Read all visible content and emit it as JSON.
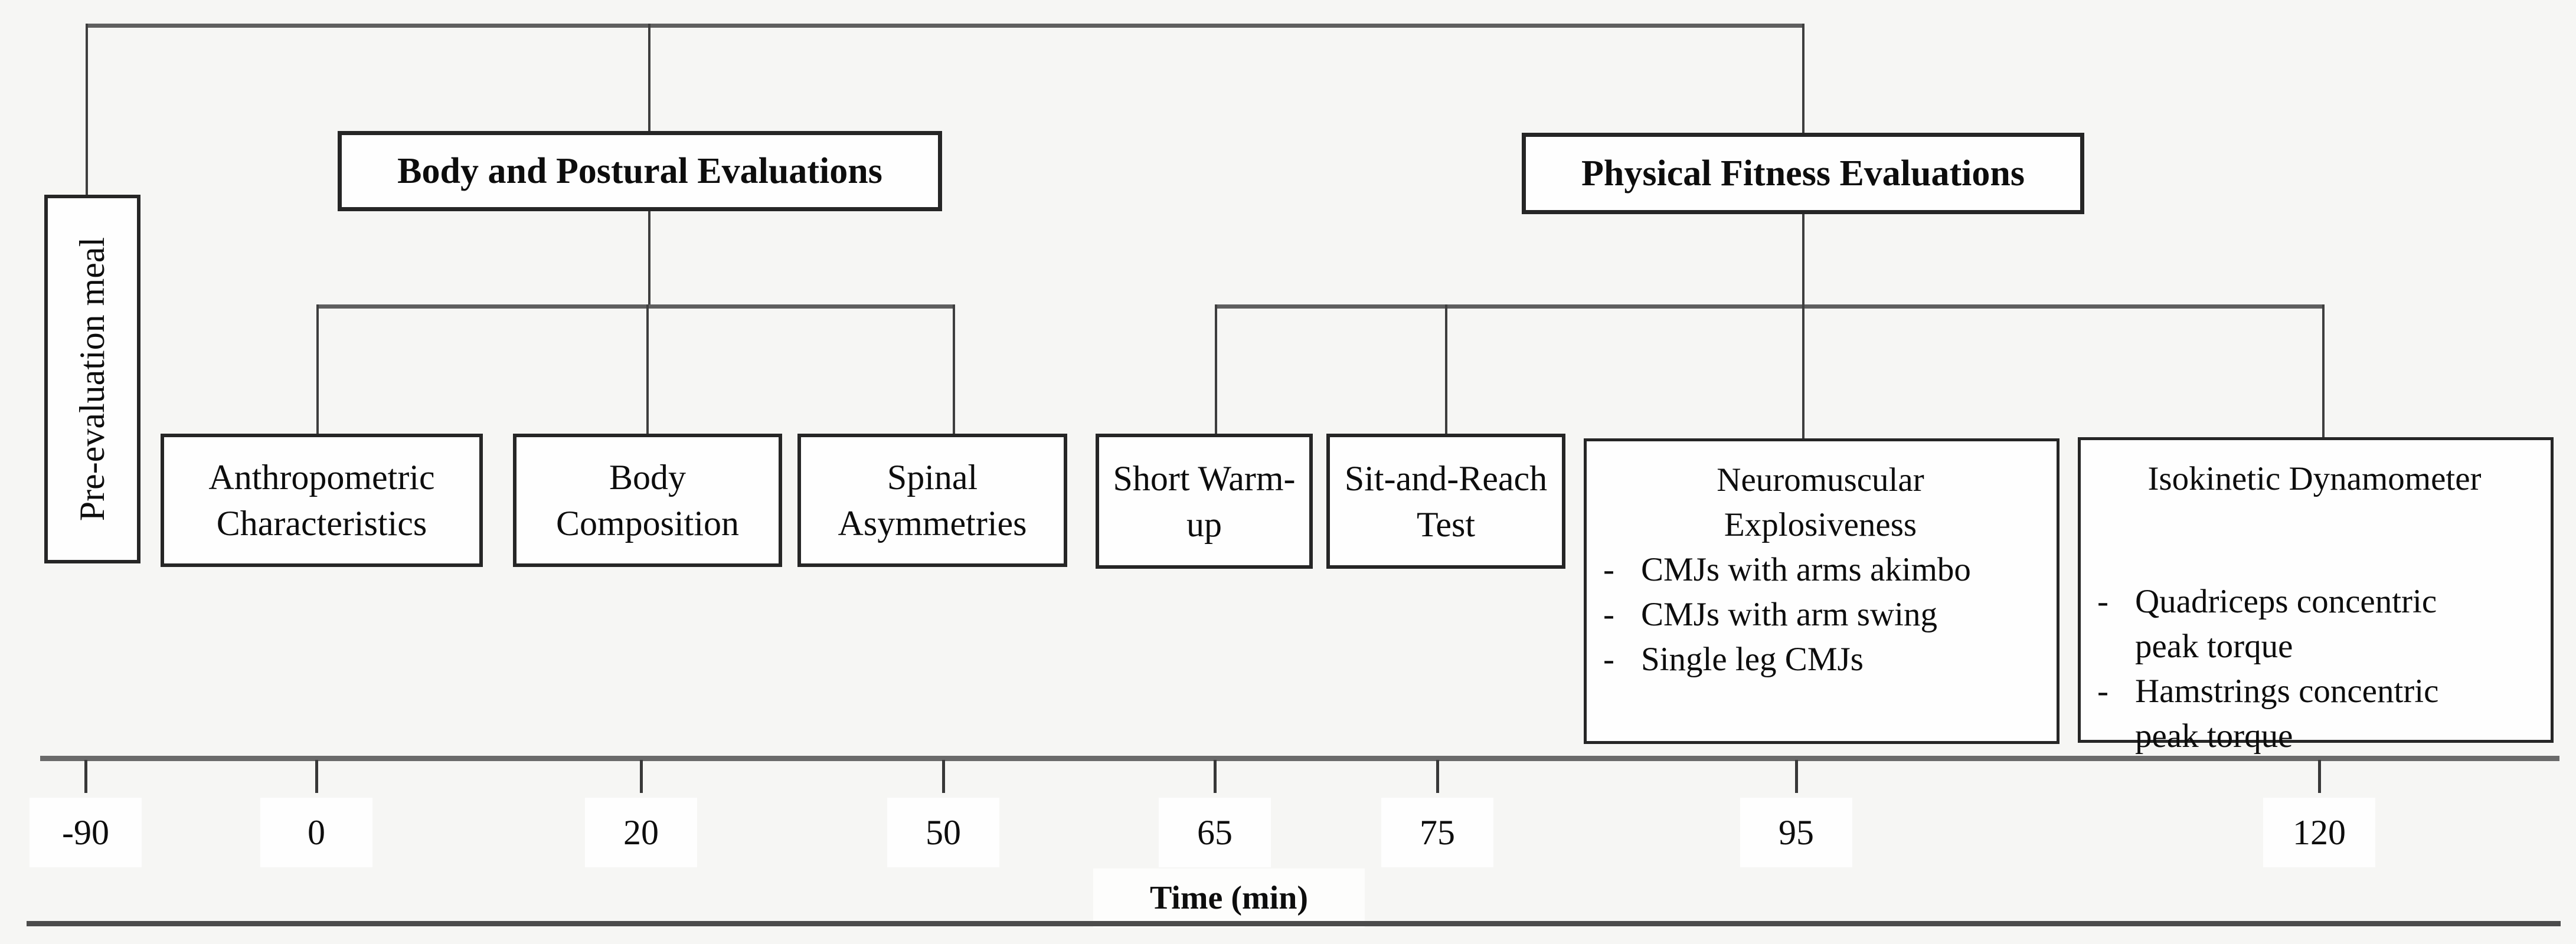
{
  "figure": {
    "pre_evaluation": {
      "label": "Pre-evaluation meal"
    },
    "branches": {
      "body": {
        "title": "Body and Postural Evaluations"
      },
      "physical": {
        "title": "Physical Fitness Evaluations"
      }
    },
    "boxes": {
      "anthropometric": {
        "label": "Anthropometric Characteristics"
      },
      "body_composition": {
        "label": "Body Composition"
      },
      "spinal_asymmetries": {
        "label": "Spinal Asymmetries"
      },
      "short_warmup": {
        "label": "Short Warm-up"
      },
      "sit_and_reach": {
        "label": "Sit-and-Reach Test"
      },
      "neuromuscular": {
        "title": "Neuromuscular Explosiveness",
        "items": [
          "CMJs with arms akimbo",
          "CMJs with arm swing",
          "Single leg CMJs"
        ]
      },
      "isokinetic": {
        "title": "Isokinetic Dynamometer",
        "items": [
          "Quadriceps concentric peak torque",
          "Hamstrings concentric peak torque"
        ]
      }
    },
    "list_marker": "-",
    "timeline": {
      "ticks": [
        "-90",
        "0",
        "20",
        "50",
        "65",
        "75",
        "95",
        "120"
      ],
      "axis_label": "Time (min)"
    },
    "colors": {
      "line_grey": "#5f5f5f",
      "border_dark": "#262626",
      "background": "#f6f6f4"
    }
  }
}
